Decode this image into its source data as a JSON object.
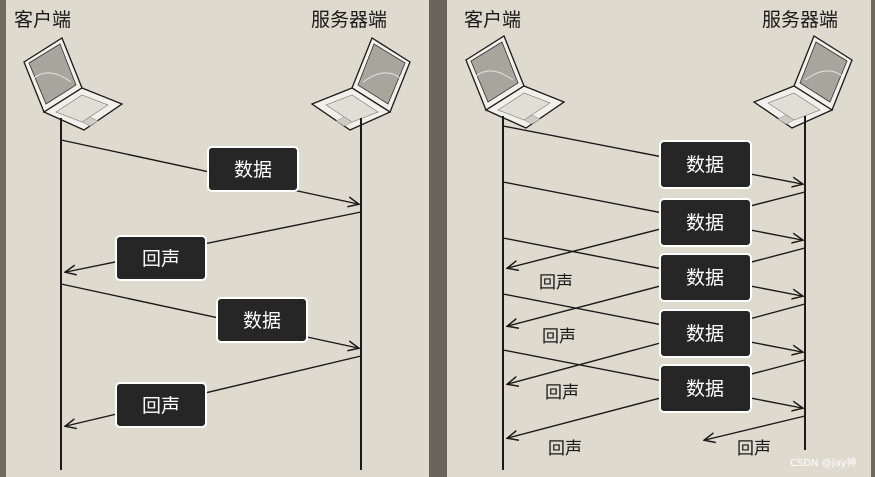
{
  "left_panel": {
    "client_label": "客户端",
    "server_label": "服务器端",
    "messages": [
      {
        "label": "数据",
        "direction": "to-server"
      },
      {
        "label": "回声",
        "direction": "to-client"
      },
      {
        "label": "数据",
        "direction": "to-server"
      },
      {
        "label": "回声",
        "direction": "to-client"
      }
    ]
  },
  "right_panel": {
    "client_label": "客户端",
    "server_label": "服务器端",
    "data_messages": [
      "数据",
      "数据",
      "数据",
      "数据",
      "数据"
    ],
    "echo_messages": [
      "回声",
      "回声",
      "回声",
      "回声",
      "回声"
    ]
  },
  "watermark": "CSDN @jay神"
}
